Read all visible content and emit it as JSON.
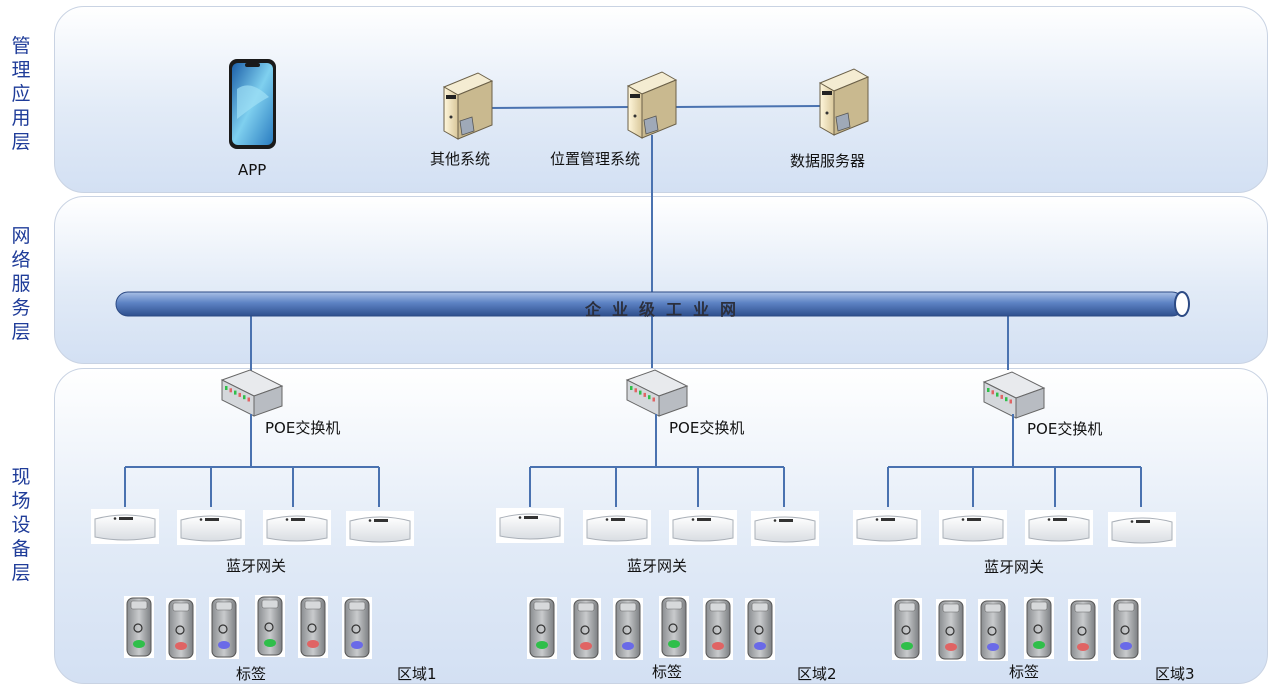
{
  "layers": {
    "app": "管理应用层",
    "net": "网络服务层",
    "field": "现场设备层"
  },
  "top": {
    "app": "APP",
    "other_system": "其他系统",
    "location_system": "位置管理系统",
    "data_server": "数据服务器"
  },
  "network": {
    "bus": "企业级工业网"
  },
  "field": {
    "switch_label": "POE交换机",
    "gateway_label": "蓝牙网关",
    "tag_label": "标签",
    "zones": [
      "区域1",
      "区域2",
      "区域3"
    ]
  },
  "colors": {
    "layer_title": "#1f3c99",
    "line": "#4a72b0",
    "tag_green": "#2fbf4a",
    "tag_red": "#e06464",
    "tag_blue": "#6a6ae8"
  }
}
